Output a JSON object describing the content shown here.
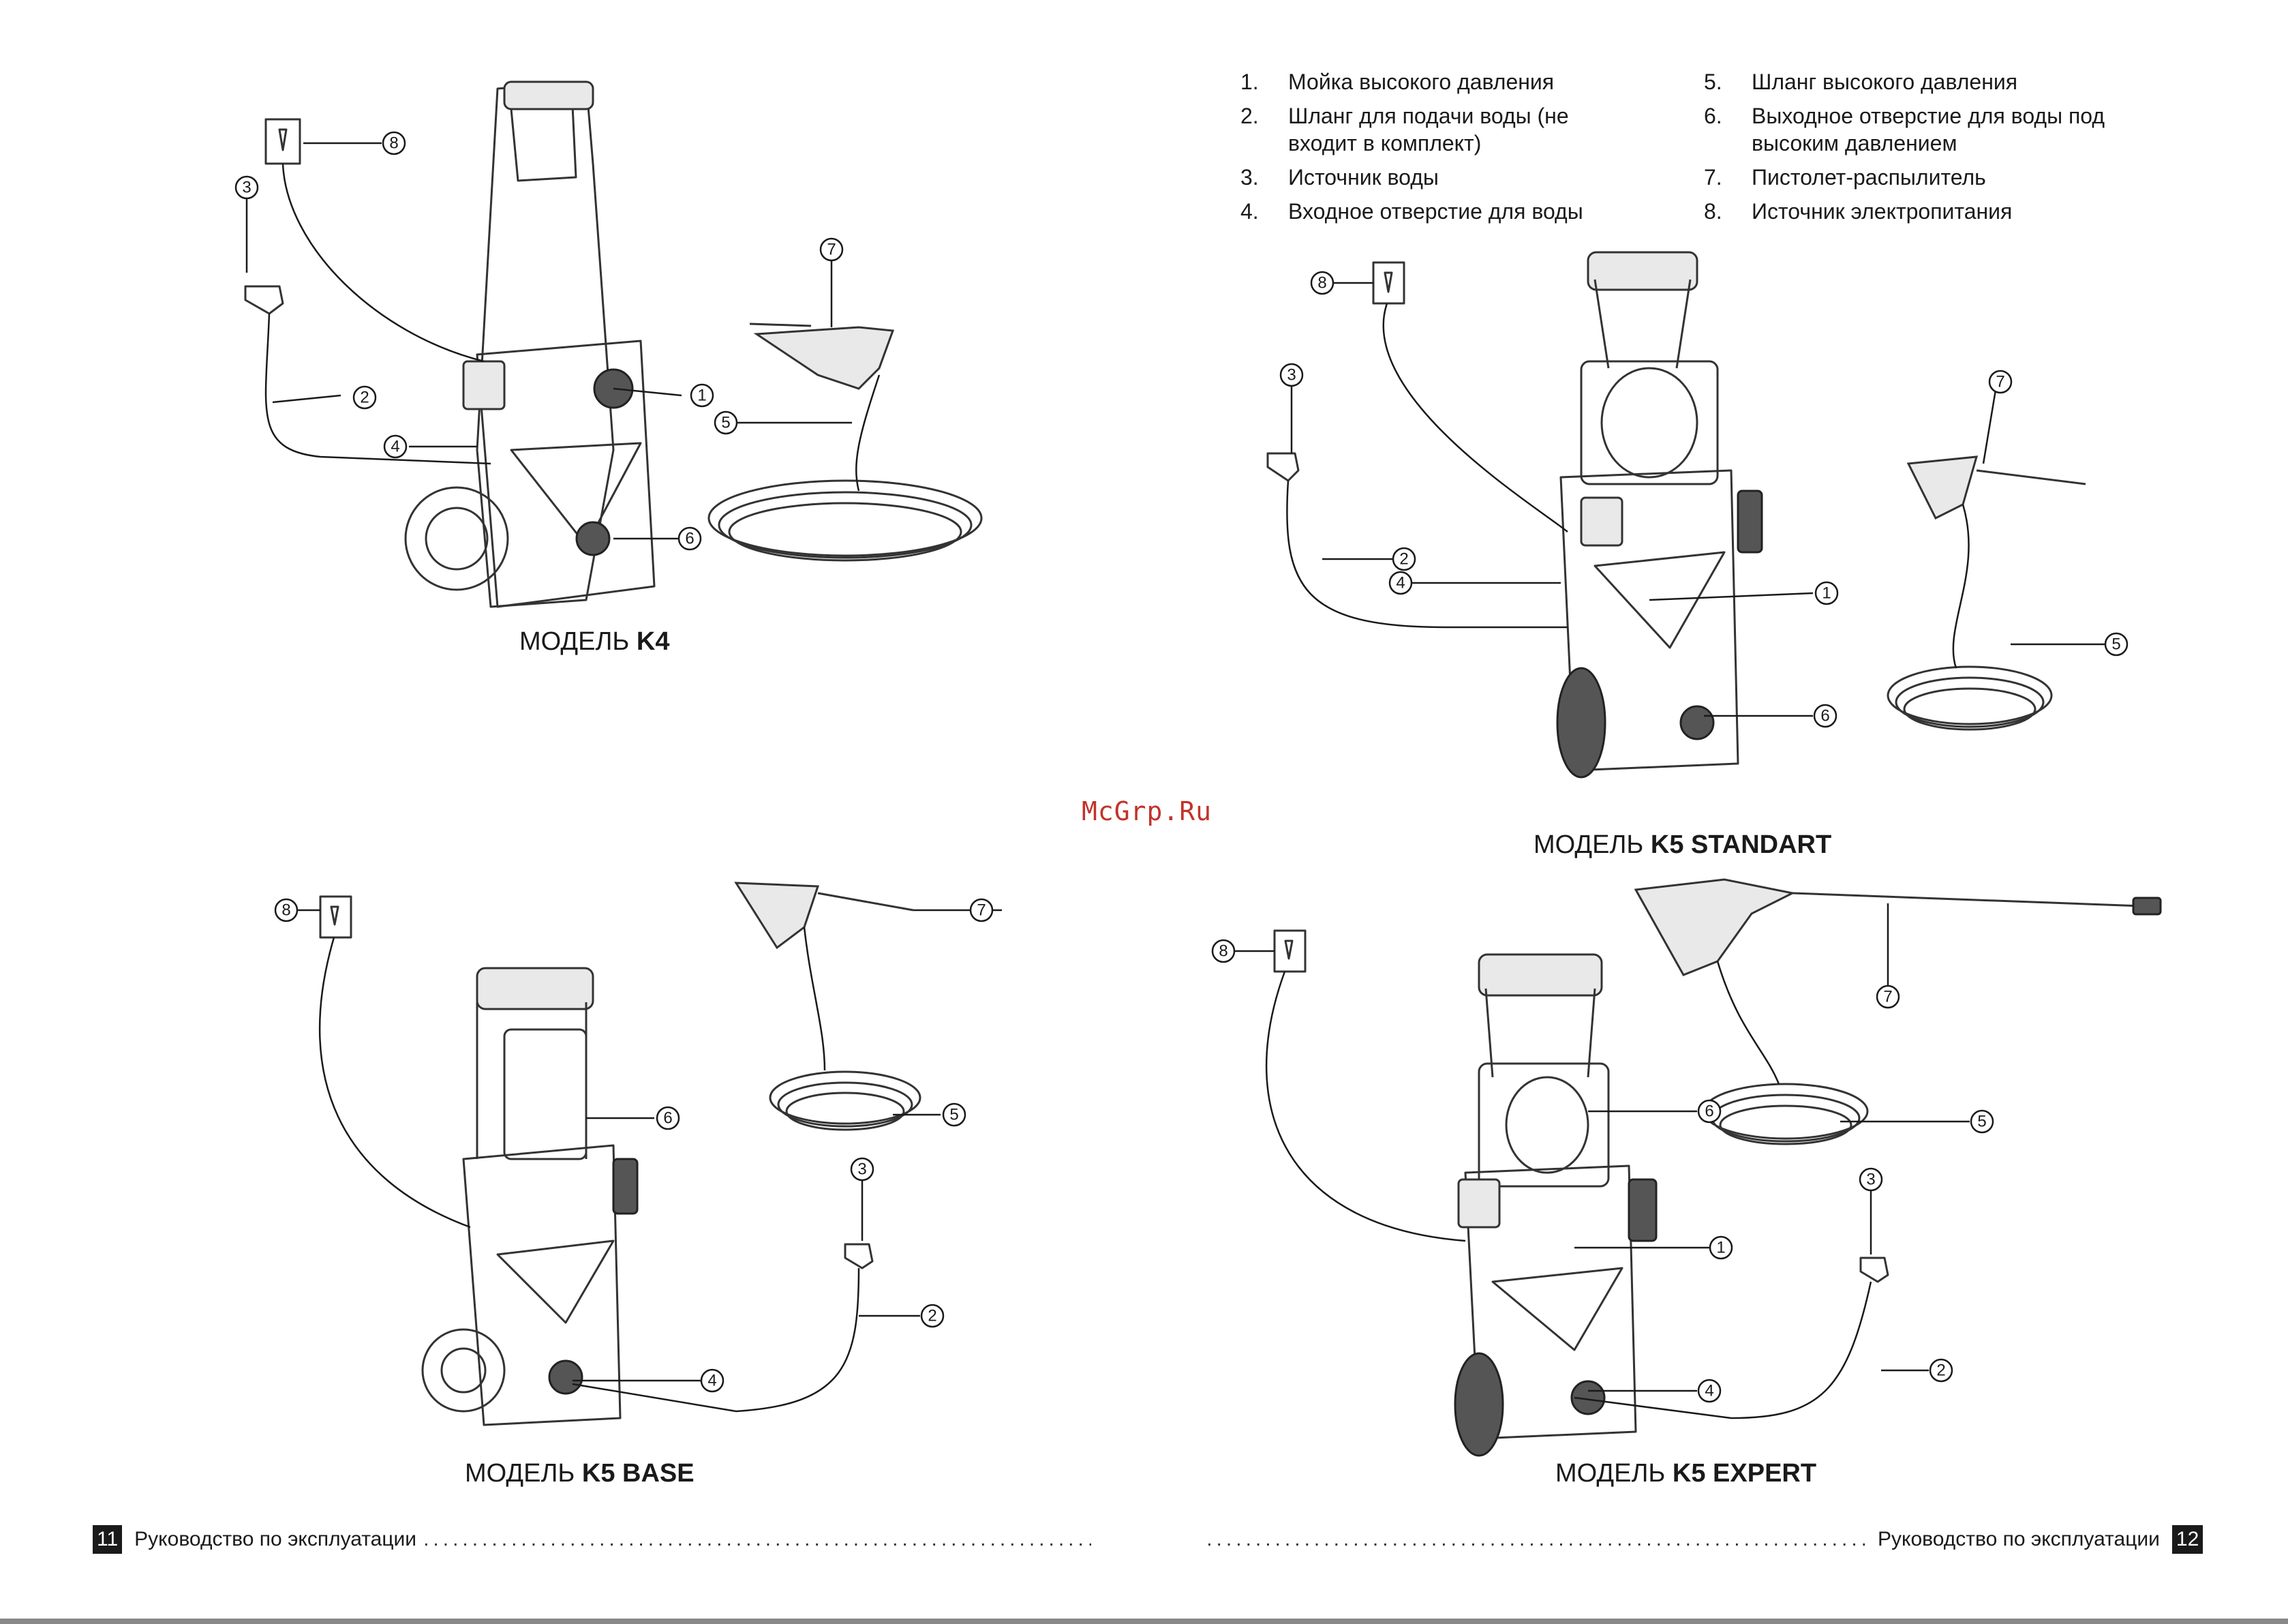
{
  "legend": {
    "left": [
      {
        "num": "1.",
        "text": "Мойка высокого давления"
      },
      {
        "num": "2.",
        "text": "Шланг для подачи воды (не входит в комплект)"
      },
      {
        "num": "3.",
        "text": "Источник воды"
      },
      {
        "num": "4.",
        "text": "Входное отверстие для воды"
      }
    ],
    "right": [
      {
        "num": "5.",
        "text": "Шланг высокого давления"
      },
      {
        "num": "6.",
        "text": "Выходное отверстие для воды под высоким давлением"
      },
      {
        "num": "7.",
        "text": "Пистолет-распылитель"
      },
      {
        "num": "8.",
        "text": "Источник электропитания"
      }
    ]
  },
  "models": {
    "k4": {
      "prefix": "МОДЕЛЬ",
      "name": "K4"
    },
    "k5_standart": {
      "prefix": "МОДЕЛЬ",
      "name": "K5 STANDART"
    },
    "k5_base": {
      "prefix": "МОДЕЛЬ",
      "name": "K5 BASE"
    },
    "k5_expert": {
      "prefix": "МОДЕЛЬ",
      "name": "K5 EXPERT"
    }
  },
  "callout_numbers": [
    "1",
    "2",
    "3",
    "4",
    "5",
    "6",
    "7",
    "8"
  ],
  "watermark": "McGrp.Ru",
  "footer": {
    "left_page": "11",
    "right_page": "12",
    "left_text": "Руководство по эксплуатации",
    "right_text": "Руководство по эксплуатации"
  },
  "icons": [
    "pressure-washer-drawing",
    "water-tap-icon",
    "power-socket-icon",
    "spray-gun-drawing",
    "hose-coil-drawing"
  ]
}
